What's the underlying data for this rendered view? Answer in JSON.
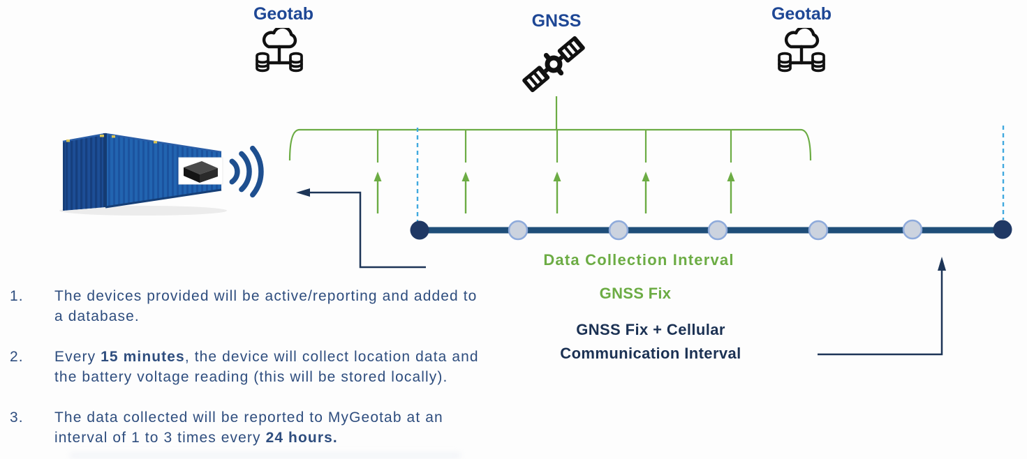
{
  "header": {
    "geotab_left": "Geotab",
    "gnss": "GNSS",
    "geotab_right": "Geotab"
  },
  "timeline_labels": {
    "data_collection": "Data Collection Interval",
    "gnss_fix": "GNSS Fix",
    "cellular_line1": "GNSS Fix + Cellular",
    "cellular_line2": "Communication Interval"
  },
  "notes": {
    "items": [
      {
        "number": "1.",
        "lines": [
          {
            "pre": "The devices provided will be active/reporting and added to",
            "bold": "",
            "post": ""
          },
          {
            "pre": "a database.",
            "bold": "",
            "post": ""
          }
        ]
      },
      {
        "number": "2.",
        "lines": [
          {
            "pre": "Every ",
            "bold": "15 minutes",
            "post": ", the device will collect location data and"
          },
          {
            "pre": "the battery voltage reading (this will be stored locally).",
            "bold": "",
            "post": ""
          }
        ]
      },
      {
        "number": "3.",
        "lines": [
          {
            "pre": "The data collected will be reported to MyGeotab at an",
            "bold": "",
            "post": ""
          },
          {
            "pre": "interval of 1 to 3 times every ",
            "bold": "24 hours.",
            "post": ""
          }
        ]
      }
    ]
  },
  "colors": {
    "heading_blue": "#1e4795",
    "list_text": "#2e4d7e",
    "green": "#6cac44",
    "navy_label": "#1b3153",
    "timeline": "#1f4e79",
    "dot_dark": "#1f3864",
    "dot_light_fill": "#ccd3df",
    "dot_light_border": "#8eaadb",
    "dashed_cyan": "#41aadf",
    "arrow_navy": "#1d3557",
    "container_blue": "#2264b0",
    "wifi_blue": "#1e4f8f"
  }
}
